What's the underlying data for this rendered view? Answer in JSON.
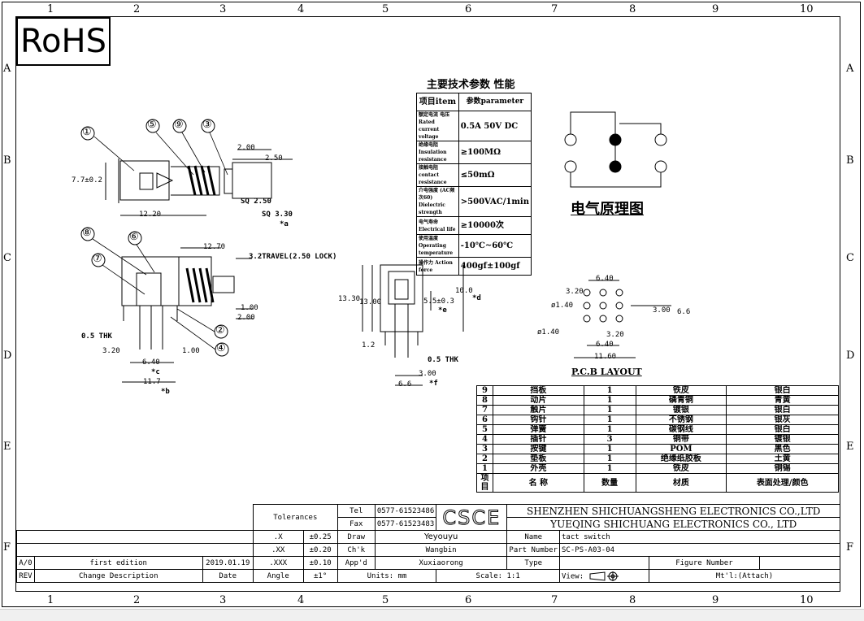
{
  "sheet": {
    "zone_cols": [
      "1",
      "2",
      "3",
      "4",
      "5",
      "6",
      "7",
      "8",
      "9",
      "10"
    ],
    "zone_rows": [
      "A",
      "B",
      "C",
      "D",
      "E",
      "F"
    ],
    "rohs": "RoHS"
  },
  "specs": {
    "title": "主要技术参数 性能",
    "header": [
      "项目item",
      "参数parameter"
    ],
    "rows": [
      {
        "label": "额定电流 电压 Rated current voltage",
        "value": "0.5A 50V DC"
      },
      {
        "label": "绝缘电阻 Insulation resistance",
        "value": "≥100MΩ"
      },
      {
        "label": "接触电阻 contact resistance",
        "value": "≤50mΩ"
      },
      {
        "label": "介电强度 (AC频次60) Dielectric strength",
        "value": ">500VAC/1min"
      },
      {
        "label": "电气寿命 Electrical life",
        "value": "≥10000次"
      },
      {
        "label": "使用温度 Operating temperature",
        "value": "-10℃~60℃"
      },
      {
        "label": "操作力 Action force",
        "value": "400gf±100gf"
      }
    ]
  },
  "schematic": {
    "title": "电气原理图"
  },
  "pcb": {
    "title": "P.C.B LAYOUT",
    "dims": [
      "6.40",
      "3.20",
      "ø1.40",
      "3.00",
      "6.6",
      "ø1.40",
      "3.20",
      "6.40",
      "11.60"
    ]
  },
  "view1": {
    "balloons": [
      "①",
      "⑤",
      "⑨",
      "③"
    ],
    "dims": [
      "2.00",
      "2.50",
      "7.7±0.2",
      "12.20",
      "SQ 2.50",
      "SQ 3.30",
      "*a"
    ]
  },
  "view2": {
    "balloons": [
      "⑧",
      "⑥",
      "⑦",
      "②",
      "④"
    ],
    "dims": [
      "12.70",
      "3.2TRAVEL(2.50 LOCK)",
      "1.00",
      "2.00",
      "0.5 THK",
      "3.20",
      "1.00",
      "6.40",
      "*c",
      "11.7",
      "*b"
    ]
  },
  "view3": {
    "dims": [
      "13.30",
      "13.00",
      "10.0",
      "5.5±0.3",
      "*e",
      "*d",
      "1.2",
      "0.5 THK",
      "3.00",
      "6.6",
      "*f"
    ]
  },
  "bom": {
    "rows": [
      [
        "9",
        "挡板",
        "1",
        "铁皮",
        "银白"
      ],
      [
        "8",
        "动片",
        "1",
        "磷青铜",
        "青黄"
      ],
      [
        "7",
        "触片",
        "1",
        "镀银",
        "银白"
      ],
      [
        "6",
        "钩针",
        "1",
        "不锈钢",
        "银灰"
      ],
      [
        "5",
        "弹簧",
        "1",
        "碳钢线",
        "银白"
      ],
      [
        "4",
        "插针",
        "3",
        "铜带",
        "镀银"
      ],
      [
        "3",
        "按键",
        "1",
        "POM",
        "黑色"
      ],
      [
        "2",
        "垫板",
        "1",
        "绝缘纸胶板",
        "土黄"
      ],
      [
        "1",
        "外壳",
        "1",
        "铁皮",
        "铜锡"
      ]
    ],
    "header": [
      "项目",
      "名 称",
      "数量",
      "材质",
      "表面处理/颜色"
    ]
  },
  "titleblock": {
    "tolerances": "Tolerances",
    "tel_label": "Tel",
    "tel": "0577-61523486",
    "fax_label": "Fax",
    "fax": "0577-61523483",
    "logo": "CSCE",
    "company1": "SHENZHEN SHICHUANGSHENG ELECTRONICS CO.,LTD",
    "company2": "YUEQING SHICHUANG ELECTRONICS CO., LTD",
    "tol_x": ".X",
    "tol_x_v": "±0.25",
    "tol_xx": ".XX",
    "tol_xx_v": "±0.20",
    "tol_xxx": ".XXX",
    "tol_xxx_v": "±0.10",
    "angle": "Angle",
    "angle_v": "±1°",
    "draw": "Draw",
    "draw_v": "Yeyouyu",
    "chk": "Ch'k",
    "chk_v": "Wangbin",
    "appd": "App'd",
    "appd_v": "Xuxiaorong",
    "name": "Name",
    "name_v": "tact switch",
    "partno": "Part Number",
    "partno_v": "SC-PS-A03-04",
    "type": "Type",
    "figno": "Figure Number",
    "units": "Units: mm",
    "scale": "Scale: 1:1",
    "view": "View:",
    "mtl": "Mt'l:(Attach)",
    "rev_a": "A/0",
    "rev_a_desc": "first edition",
    "rev_a_date": "2019.01.19",
    "rev": "REV",
    "rev_desc": "Change Description",
    "rev_date": "Date"
  }
}
